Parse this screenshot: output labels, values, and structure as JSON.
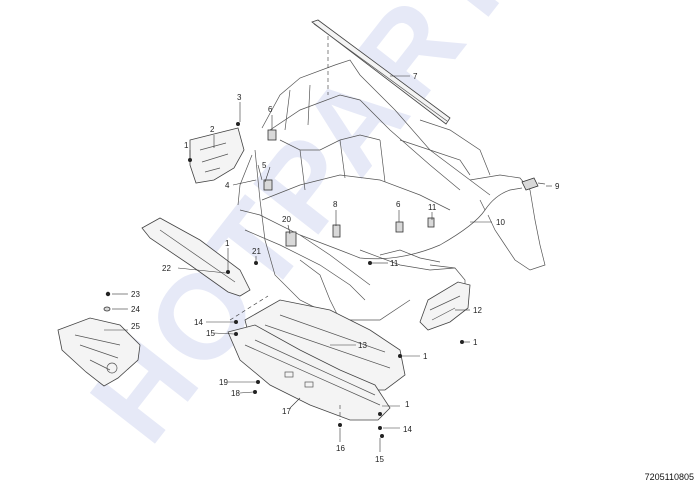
{
  "watermark": "HOTPARTS",
  "drawing_id": "7205110805",
  "callouts": [
    {
      "id": "c1a",
      "label": "1"
    },
    {
      "id": "c2",
      "label": "2"
    },
    {
      "id": "c3",
      "label": "3"
    },
    {
      "id": "c4",
      "label": "4"
    },
    {
      "id": "c5",
      "label": "5"
    },
    {
      "id": "c6a",
      "label": "6"
    },
    {
      "id": "c7",
      "label": "7"
    },
    {
      "id": "c9",
      "label": "9"
    },
    {
      "id": "c8",
      "label": "8"
    },
    {
      "id": "c6b",
      "label": "6"
    },
    {
      "id": "c11a",
      "label": "11"
    },
    {
      "id": "c10",
      "label": "10"
    },
    {
      "id": "c20",
      "label": "20"
    },
    {
      "id": "c1b",
      "label": "1"
    },
    {
      "id": "c21",
      "label": "21"
    },
    {
      "id": "c11b",
      "label": "11"
    },
    {
      "id": "c22",
      "label": "22"
    },
    {
      "id": "c23",
      "label": "23"
    },
    {
      "id": "c24",
      "label": "24"
    },
    {
      "id": "c25",
      "label": "25"
    },
    {
      "id": "c12",
      "label": "12"
    },
    {
      "id": "c1c",
      "label": "1"
    },
    {
      "id": "c14a",
      "label": "14"
    },
    {
      "id": "c15a",
      "label": "15"
    },
    {
      "id": "c13",
      "label": "13"
    },
    {
      "id": "c1d",
      "label": "1"
    },
    {
      "id": "c19",
      "label": "19"
    },
    {
      "id": "c18",
      "label": "18"
    },
    {
      "id": "c17",
      "label": "17"
    },
    {
      "id": "c1e",
      "label": "1"
    },
    {
      "id": "c14b",
      "label": "14"
    },
    {
      "id": "c16",
      "label": "16"
    },
    {
      "id": "c15b",
      "label": "15"
    }
  ]
}
